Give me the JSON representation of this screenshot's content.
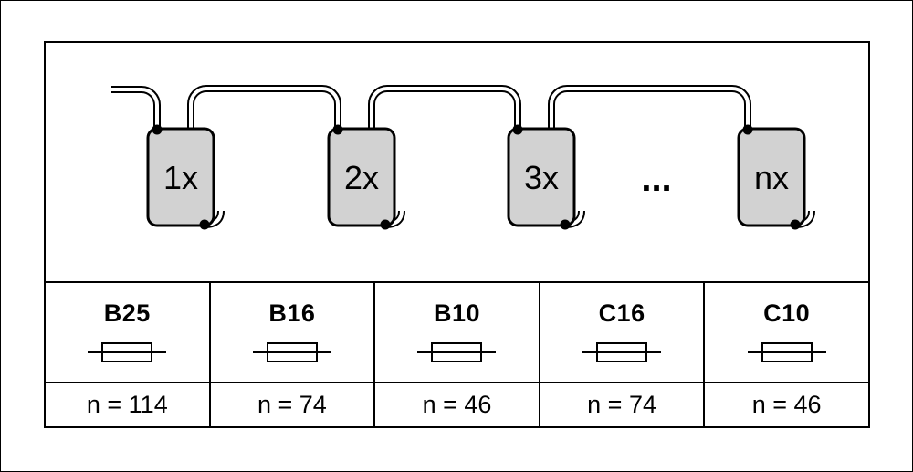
{
  "diagram": {
    "devices": [
      {
        "label": "1x"
      },
      {
        "label": "2x"
      },
      {
        "label": "3x"
      },
      {
        "label": "nx"
      }
    ],
    "ellipsis": "..."
  },
  "table": {
    "columns": [
      {
        "type": "B25",
        "count": "n = 114"
      },
      {
        "type": "B16",
        "count": "n = 74"
      },
      {
        "type": "B10",
        "count": "n = 46"
      },
      {
        "type": "C16",
        "count": "n = 74"
      },
      {
        "type": "C10",
        "count": "n = 46"
      }
    ]
  },
  "colors": {
    "background": "#ffffff",
    "line": "#000000",
    "device_fill": "#d2d2d2"
  }
}
